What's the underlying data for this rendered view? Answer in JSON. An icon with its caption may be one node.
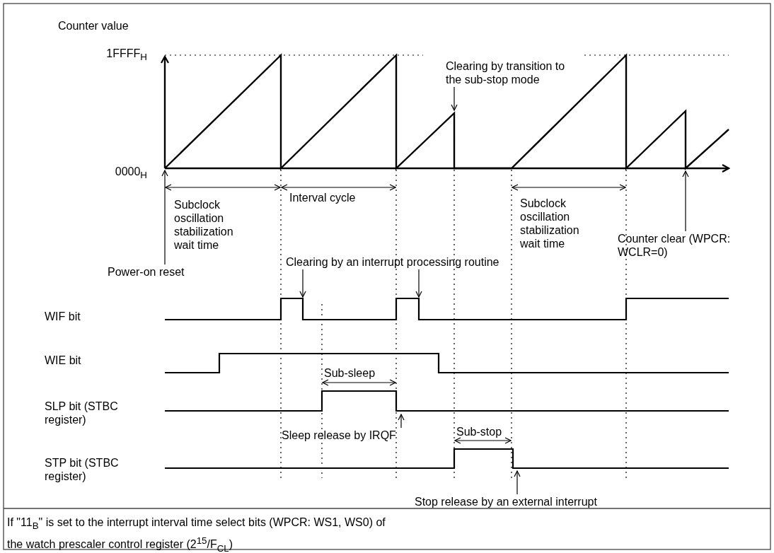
{
  "diagram": {
    "caption": "If \"11$_{B}$\" is set to the interrupt interval time select bits (WPCR:  WS1, WS0) of the watch prescaler control register (2$^{15}$/F$_{CL}$)",
    "nodes": [
      {
        "text": [
          "Clearing by transition to the sub-stop mode"
        ]
      },
      {
        "text": [
          "Counter clear (WPCR: WCLR=0)"
        ]
      },
      {
        "text": [
          "Clearing by an interrupt processing routine"
        ]
      },
      {
        "text": [
          "Power-on reset"
        ]
      },
      {
        "text": [
          "Sleep release by IRQF"
        ]
      },
      {
        "text": [
          "Stop release by an external interrupt"
        ]
      }
    ],
    "edges": [
      {
        "from": 0,
        "to": null,
        "arrow": "to"
      },
      {
        "from": 1,
        "to": null,
        "arrow": "to"
      },
      {
        "from": 2,
        "to": null,
        "arrow": "to"
      },
      {
        "from": 2,
        "to": null,
        "arrow": "to"
      },
      {
        "from": 3,
        "to": null,
        "arrow": "to"
      },
      {
        "from": 4,
        "to": null,
        "arrow": "to"
      },
      {
        "from": 5,
        "to": null,
        "arrow": "to"
      }
    ],
    "labels": [
      "Counter value",
      "1FFFF$_{H}$",
      "0000$_{H}$",
      "Subclock oscillation stabilization wait time",
      "Interval cycle",
      "Subclock oscillation stabilization wait time",
      "WIF bit",
      "WIE bit",
      "Sub-sleep",
      "SLP bit (STBC register)",
      "Sub-stop",
      "STP bit (STBC register)"
    ]
  }
}
